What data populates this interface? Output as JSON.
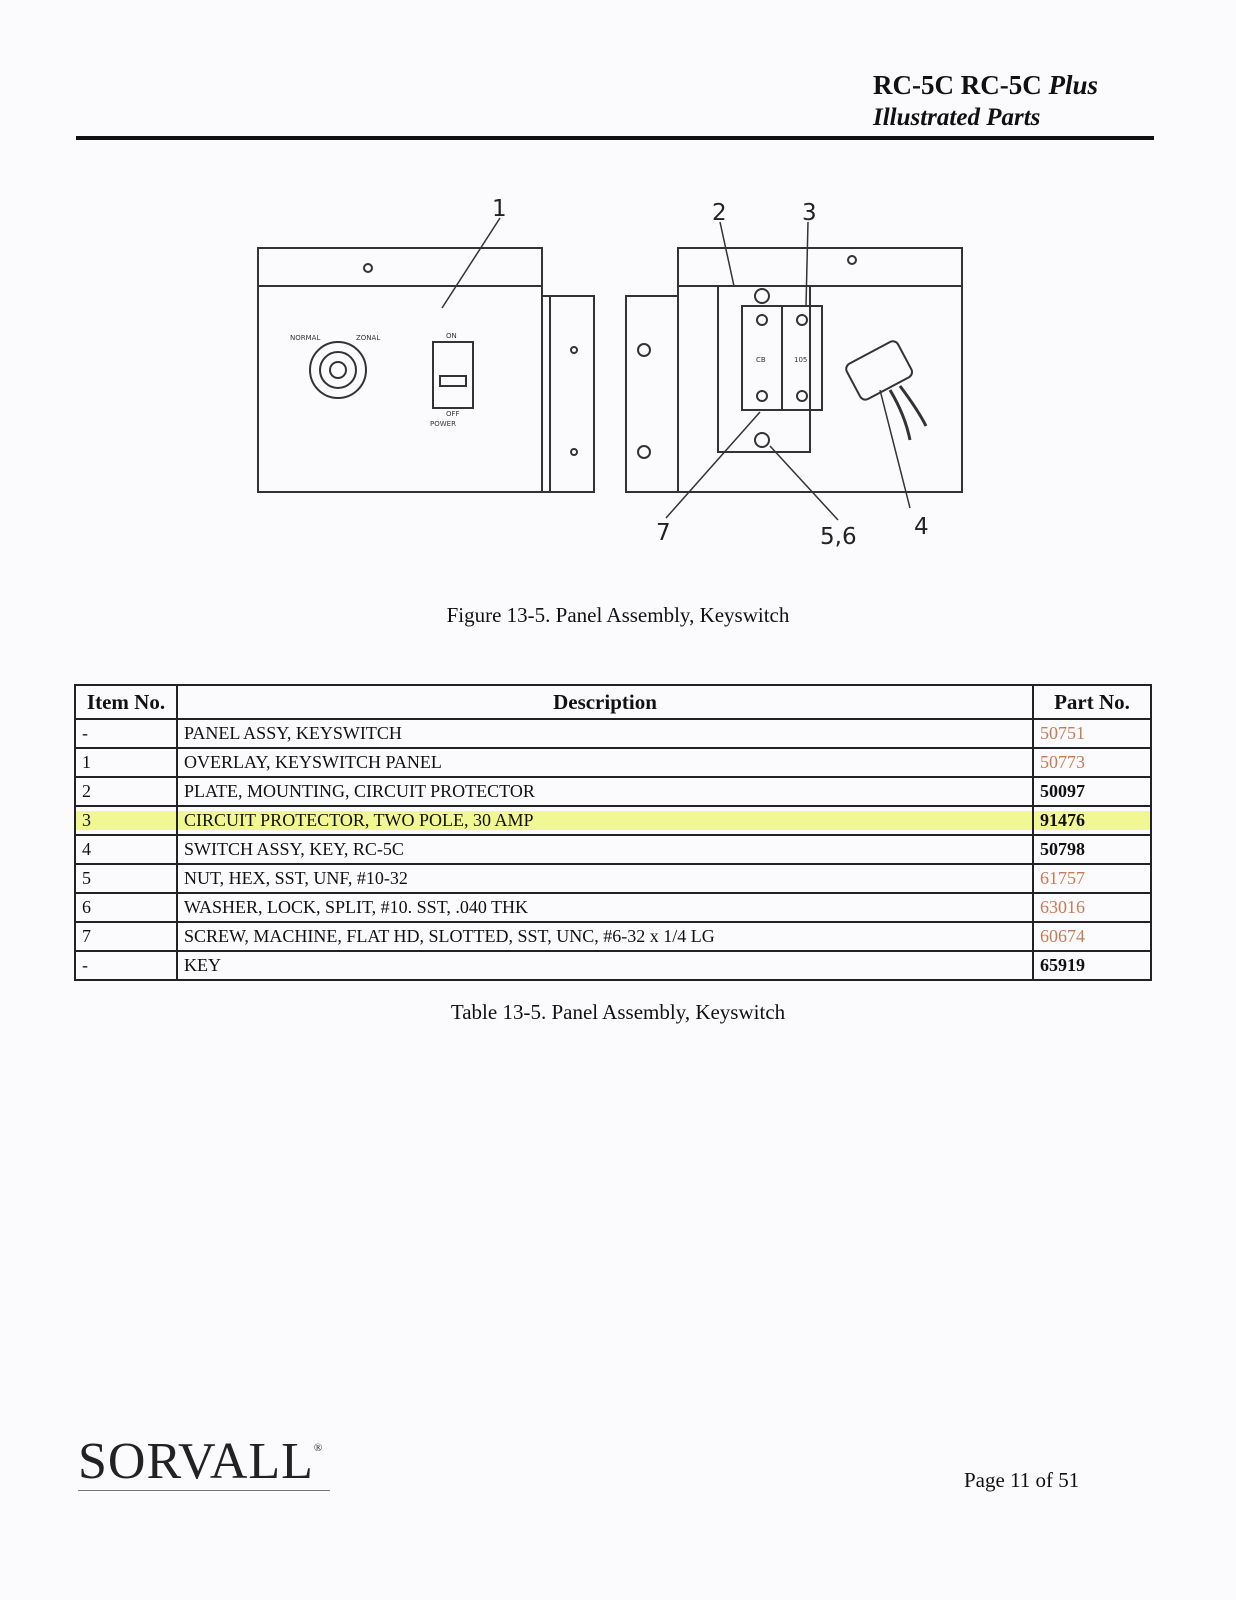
{
  "header": {
    "model_line_prefix": "RC-5C RC-5C ",
    "model_line_suffix": "Plus",
    "section": "Illustrated Parts"
  },
  "figure": {
    "callouts": [
      "1",
      "2",
      "3",
      "4",
      "5,6",
      "7"
    ],
    "caption": "Figure 13-5. Panel Assembly, Keyswitch"
  },
  "table": {
    "headers": {
      "item": "Item No.",
      "description": "Description",
      "part": "Part No."
    },
    "rows": [
      {
        "item": "-",
        "description": "PANEL ASSY, KEYSWITCH",
        "part": "50751",
        "color": "#c87a55"
      },
      {
        "item": "1",
        "description": "OVERLAY, KEYSWITCH PANEL",
        "part": "50773",
        "color": "#c87a55"
      },
      {
        "item": "2",
        "description": "PLATE, MOUNTING, CIRCUIT PROTECTOR",
        "part": "50097",
        "color": "#111111"
      },
      {
        "item": "3",
        "description": "CIRCUIT PROTECTOR, TWO POLE, 30 AMP",
        "part": "91476",
        "color": "#111111",
        "highlighted": true
      },
      {
        "item": "4",
        "description": "SWITCH ASSY, KEY, RC-5C",
        "part": "50798",
        "color": "#111111"
      },
      {
        "item": "5",
        "description": "NUT, HEX, SST, UNF, #10-32",
        "part": "61757",
        "color": "#c87a55"
      },
      {
        "item": "6",
        "description": "WASHER, LOCK, SPLIT, #10. SST, .040 THK",
        "part": "63016",
        "color": "#c87a55"
      },
      {
        "item": "7",
        "description": "SCREW, MACHINE, FLAT HD, SLOTTED, SST, UNC, #6-32 x 1/4 LG",
        "part": "60674",
        "color": "#c87a55"
      },
      {
        "item": "-",
        "description": "KEY",
        "part": "65919",
        "color": "#111111"
      }
    ],
    "caption": "Table 13-5. Panel Assembly, Keyswitch"
  },
  "footer": {
    "logo": "SORVALL",
    "logo_mark": "®",
    "page": "Page 11 of 51"
  },
  "colors": {
    "orange_part": "#c87a55",
    "highlight": "#eef678"
  }
}
